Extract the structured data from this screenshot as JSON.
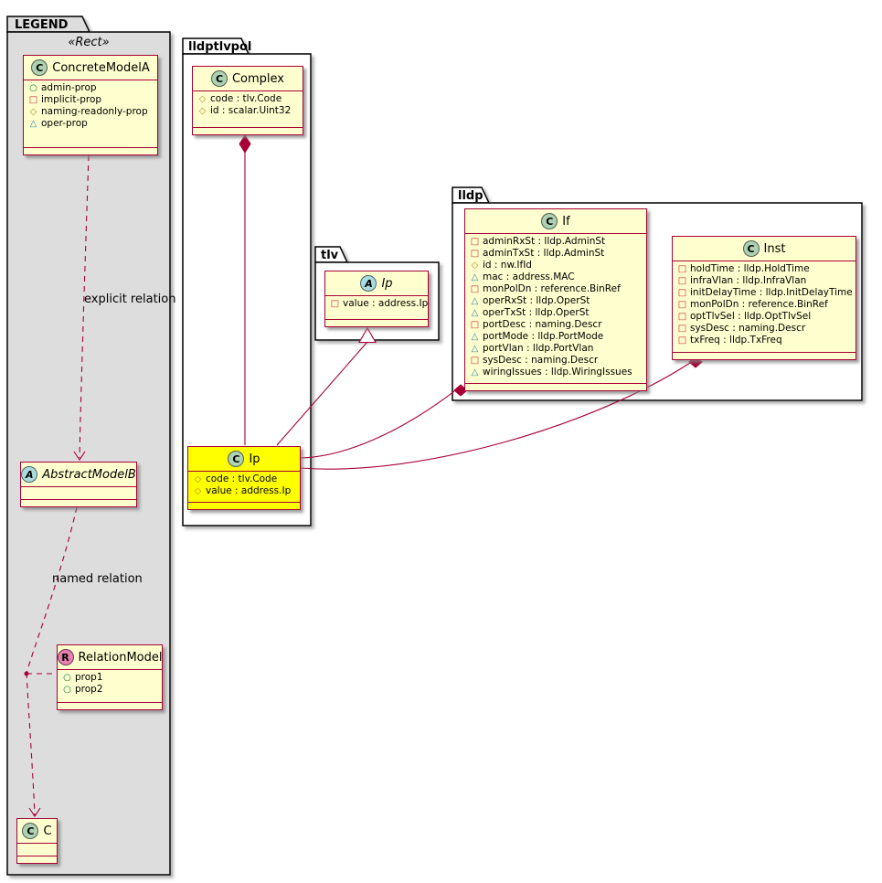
{
  "diagram": {
    "legend": {
      "title": "LEGEND",
      "stereotype": "«Rect»",
      "relation_labels": {
        "explicit": "explicit relation",
        "named": "named relation"
      }
    },
    "packages": {
      "lldptlvpol": {
        "title": "lldptlvpol"
      },
      "tlv": {
        "title": "tlv"
      },
      "lldp": {
        "title": "lldp"
      }
    },
    "relations": [
      {
        "from": "ConcreteModelA",
        "to": "AbstractModelB",
        "type": "dashed-dependency",
        "label": "explicit relation"
      },
      {
        "from": "AbstractModelB",
        "to": "C",
        "type": "dashed-dependency",
        "label": "named relation",
        "via": "RelationModel"
      },
      {
        "from": "lldptlvpol.Complex",
        "to": "lldptlvpol.Ip",
        "type": "composition"
      },
      {
        "from": "lldptlvpol.Ip",
        "to": "tlv.Ip",
        "type": "generalization"
      },
      {
        "from": "lldp.If",
        "to": "lldptlvpol.Ip",
        "type": "composition"
      },
      {
        "from": "lldp.Inst",
        "to": "lldptlvpol.Ip",
        "type": "composition"
      }
    ]
  },
  "classes": {
    "concreteModelA": {
      "spot": "C",
      "name": "ConcreteModelA",
      "members": [
        {
          "icon": "circle",
          "text": "admin-prop"
        },
        {
          "icon": "square",
          "text": "implicit-prop"
        },
        {
          "icon": "diamond",
          "text": "naming-readonly-prop"
        },
        {
          "icon": "triangle",
          "text": "oper-prop"
        }
      ]
    },
    "abstractModelB": {
      "spot": "A",
      "name": "AbstractModelB",
      "members": []
    },
    "relationModel": {
      "spot": "R",
      "name": "RelationModel",
      "members": [
        {
          "icon": "circle",
          "text": "prop1"
        },
        {
          "icon": "circle",
          "text": "prop2"
        }
      ]
    },
    "c": {
      "spot": "C",
      "name": "C",
      "members": []
    },
    "complex": {
      "spot": "C",
      "name": "Complex",
      "members": [
        {
          "icon": "diamond",
          "text": "code : tlv.Code"
        },
        {
          "icon": "diamond",
          "text": "id : scalar.Uint32"
        }
      ]
    },
    "ipHighlight": {
      "spot": "C",
      "name": "Ip",
      "members": [
        {
          "icon": "diamond",
          "text": "code : tlv.Code"
        },
        {
          "icon": "diamond",
          "text": "value : address.Ip"
        }
      ]
    },
    "ipAbstract": {
      "spot": "A",
      "name": "Ip",
      "members": [
        {
          "icon": "square",
          "text": "value : address.Ip"
        }
      ]
    },
    "if": {
      "spot": "C",
      "name": "If",
      "members": [
        {
          "icon": "square",
          "text": "adminRxSt : lldp.AdminSt"
        },
        {
          "icon": "square",
          "text": "adminTxSt : lldp.AdminSt"
        },
        {
          "icon": "diamond",
          "text": "id : nw.IfId"
        },
        {
          "icon": "triangle",
          "text": "mac : address.MAC"
        },
        {
          "icon": "square",
          "text": "monPolDn : reference.BinRef"
        },
        {
          "icon": "triangle",
          "text": "operRxSt : lldp.OperSt"
        },
        {
          "icon": "triangle",
          "text": "operTxSt : lldp.OperSt"
        },
        {
          "icon": "square",
          "text": "portDesc : naming.Descr"
        },
        {
          "icon": "triangle",
          "text": "portMode : lldp.PortMode"
        },
        {
          "icon": "triangle",
          "text": "portVlan : lldp.PortVlan"
        },
        {
          "icon": "square",
          "text": "sysDesc : naming.Descr"
        },
        {
          "icon": "triangle",
          "text": "wiringIssues : lldp.WiringIssues"
        }
      ]
    },
    "inst": {
      "spot": "C",
      "name": "Inst",
      "members": [
        {
          "icon": "square",
          "text": "holdTime : lldp.HoldTime"
        },
        {
          "icon": "square",
          "text": "infraVlan : lldp.InfraVlan"
        },
        {
          "icon": "square",
          "text": "initDelayTime : lldp.InitDelayTime"
        },
        {
          "icon": "square",
          "text": "monPolDn : reference.BinRef"
        },
        {
          "icon": "square",
          "text": "optTlvSel : lldp.OptTlvSel"
        },
        {
          "icon": "square",
          "text": "sysDesc : naming.Descr"
        },
        {
          "icon": "square",
          "text": "txFreq : lldp.TxFreq"
        }
      ]
    }
  },
  "colors": {
    "class_border": "#A80036",
    "class_fill": "#FEFECE",
    "highlight_fill": "#FFFF00",
    "legend_fill": "#DDDDDD",
    "package_border": "#000000",
    "spot_class_fill": "#ADD1B2",
    "spot_abstract_fill": "#A9DCDF",
    "spot_relation_fill": "#E87FB0",
    "icon_public": "#038048",
    "icon_private": "#C82930",
    "icon_protected": "#B38D22",
    "icon_package": "#2688AE"
  }
}
